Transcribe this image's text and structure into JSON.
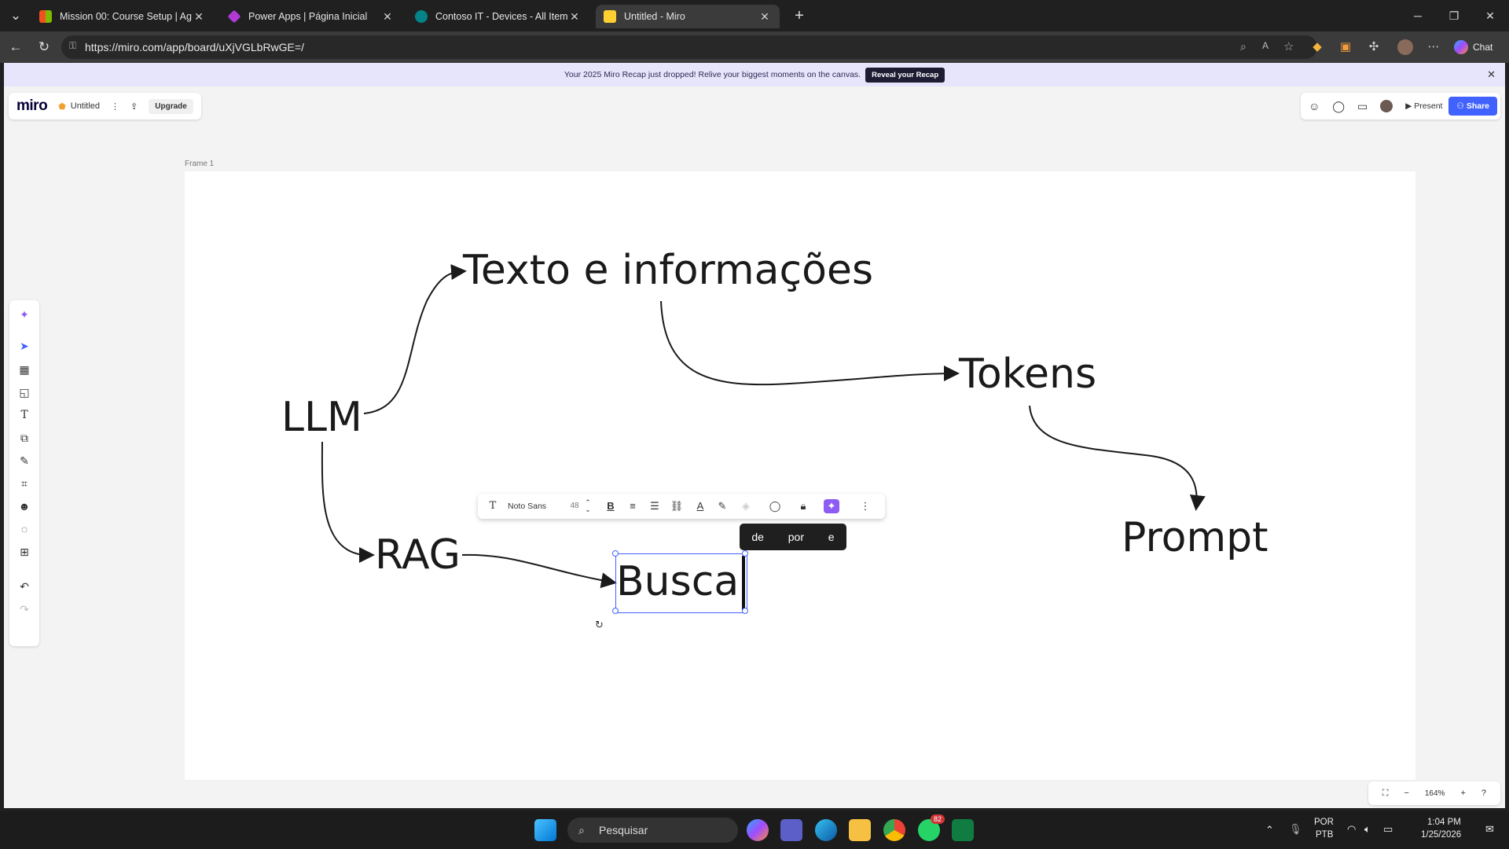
{
  "browser": {
    "tabs": [
      {
        "title": "Mission 00: Course Setup | Ag",
        "icon": "microsoft-icon",
        "color": "#f25022"
      },
      {
        "title": "Power Apps | Página Inicial",
        "icon": "power-apps-icon",
        "color": "#b13ad6"
      },
      {
        "title": "Contoso IT - Devices - All Items",
        "icon": "sharepoint-icon",
        "color": "#038387"
      },
      {
        "title": "Untitled - Miro",
        "icon": "miro-icon",
        "color": "#ffd02f"
      }
    ],
    "url": "https://miro.com/app/board/uXjVGLbRwGE=/",
    "chat_label": "Chat"
  },
  "banner": {
    "text": "Your 2025 Miro Recap just dropped! Relive your biggest moments on the canvas.",
    "button": "Reveal your Recap"
  },
  "board": {
    "logo": "miro",
    "name": "Untitled",
    "upgrade": "Upgrade",
    "present": "Present",
    "share": "Share",
    "frame_label": "Frame 1"
  },
  "canvas": {
    "nodes": {
      "llm": "LLM",
      "texto": "Texto e informações",
      "tokens": "Tokens",
      "prompt": "Prompt",
      "rag": "RAG",
      "busca": "Busca"
    }
  },
  "format_toolbar": {
    "font": "Noto Sans",
    "size": "48"
  },
  "suggestions": [
    "de",
    "por",
    "e"
  ],
  "zoom": "164%",
  "taskbar": {
    "search": "Pesquisar",
    "whatsapp_badge": "82",
    "lang": "POR",
    "layout": "PTB",
    "time": "1:04 PM",
    "date": "1/25/2026"
  }
}
